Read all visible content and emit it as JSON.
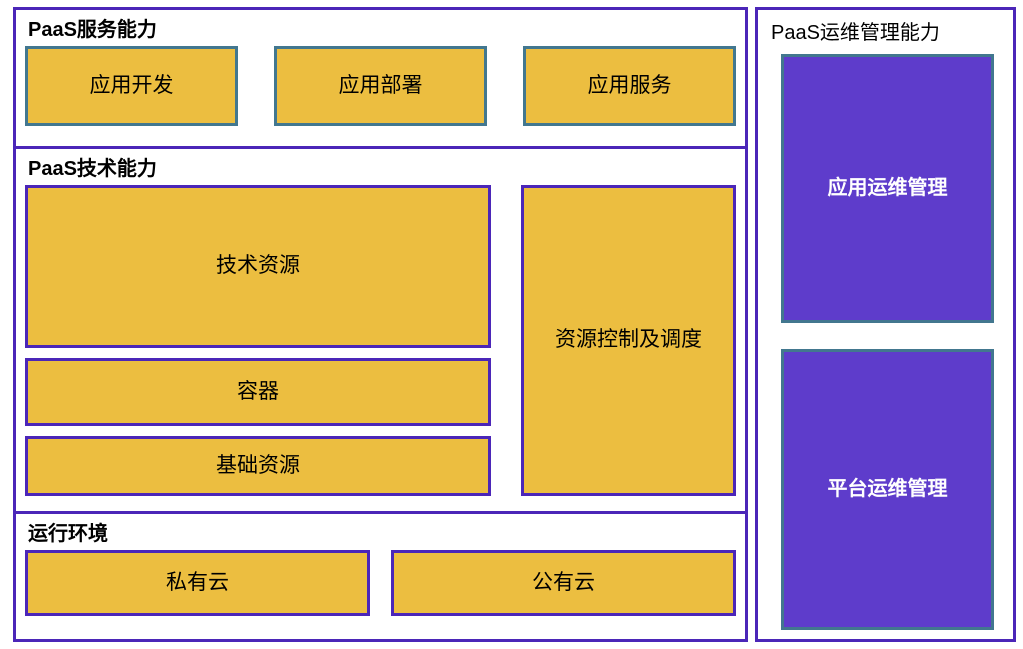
{
  "diagram": {
    "colors": {
      "gold_fill": "#ECBE40",
      "purple_fill": "#5E3CCB",
      "purple_border": "#4B26B8",
      "teal_border": "#42778F",
      "background": "#FFFFFF",
      "text_dark": "#000000",
      "text_light": "#FFFFFF"
    }
  },
  "left_panel": {
    "sections": [
      {
        "title": "PaaS服务能力",
        "boxes": [
          {
            "label": "应用开发"
          },
          {
            "label": "应用部署"
          },
          {
            "label": "应用服务"
          }
        ]
      },
      {
        "title": "PaaS技术能力",
        "boxes": [
          {
            "label": "技术资源"
          },
          {
            "label": "容器"
          },
          {
            "label": "基础资源"
          },
          {
            "label": "资源控制及调度"
          }
        ]
      },
      {
        "title": "运行环境",
        "boxes": [
          {
            "label": "私有云"
          },
          {
            "label": "公有云"
          }
        ]
      }
    ]
  },
  "right_panel": {
    "title": "PaaS运维管理能力",
    "boxes": [
      {
        "label": "应用运维管理"
      },
      {
        "label": "平台运维管理"
      }
    ]
  }
}
